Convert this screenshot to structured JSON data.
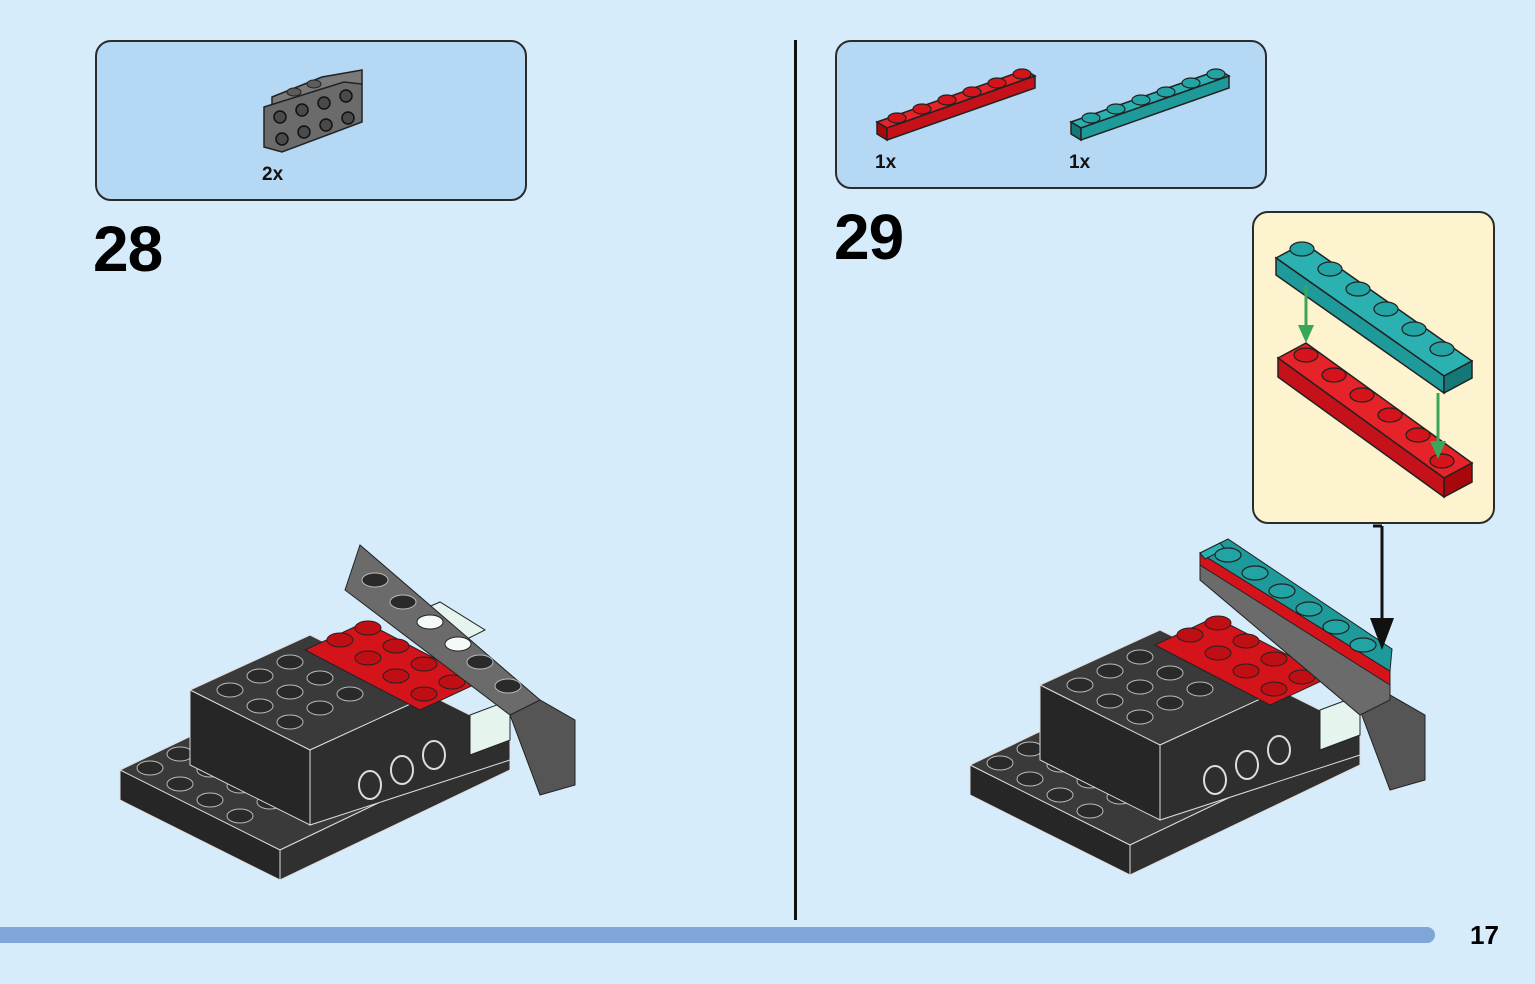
{
  "steps": [
    {
      "number": "28",
      "parts": [
        {
          "qty": "2x",
          "icon": "dark-gray-bracket-icon"
        }
      ]
    },
    {
      "number": "29",
      "parts": [
        {
          "qty": "1x",
          "icon": "red-plate-1x6-icon"
        },
        {
          "qty": "1x",
          "icon": "teal-plate-1x6-icon"
        }
      ]
    }
  ],
  "page": {
    "number": "17"
  },
  "colors": {
    "background": "#d6ecfb",
    "parts_box": "#b5d8f4",
    "callout": "#fdf4cf",
    "brick_black": "#2e2e2e",
    "brick_gray": "#6b6b6b",
    "brick_red": "#d4141a",
    "brick_teal": "#1f9a9a",
    "brick_white": "#e6f4ee",
    "arrow_green": "#3aa65a",
    "progress": "#7fa6d6"
  }
}
